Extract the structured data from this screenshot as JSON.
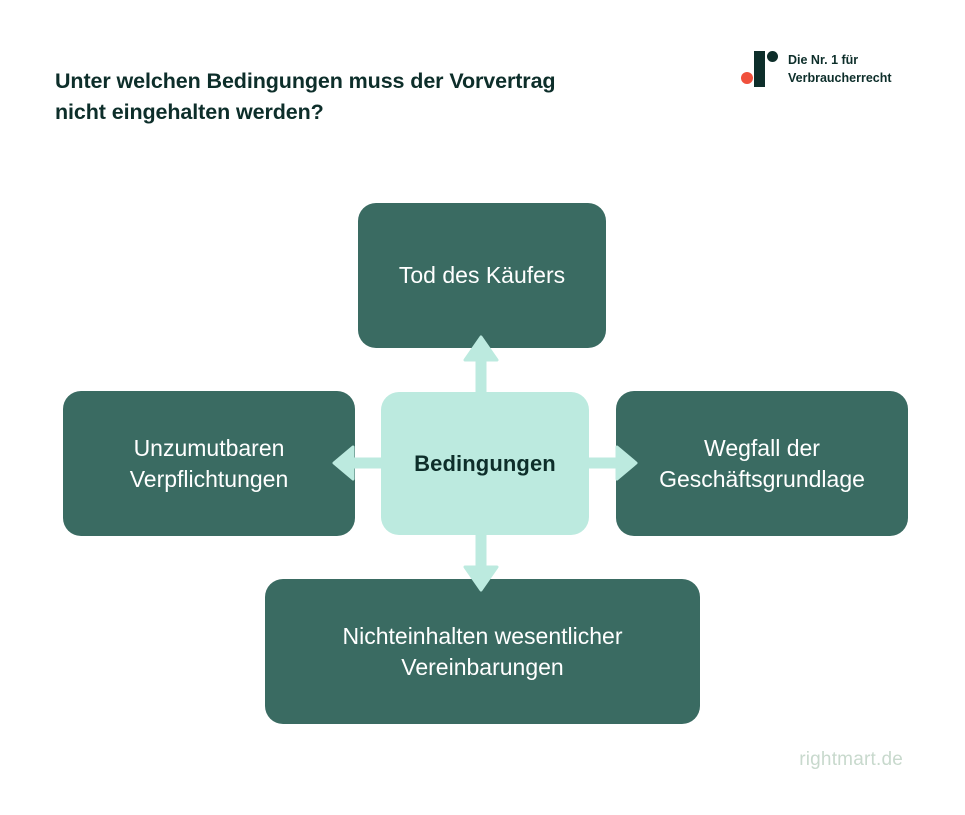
{
  "header": {
    "title_line1": "Unter welchen Bedingungen muss der Vorvertrag",
    "title_line2": "nicht eingehalten werden?"
  },
  "logo": {
    "tagline_line1": "Die Nr. 1 für",
    "tagline_line2": "Verbraucherrecht",
    "mark_bar": "logo-bar-shape",
    "mark_dot_dark": "logo-dark-dot",
    "mark_dot_red": "logo-red-dot"
  },
  "diagram": {
    "center": {
      "label": "Bedingungen"
    },
    "nodes": [
      {
        "position": "top",
        "label": "Tod des Käufers"
      },
      {
        "position": "left",
        "label": "Unzumutbaren\nVerpflichtungen"
      },
      {
        "position": "right",
        "label": "Wegfall der\nGeschäftsgrundlage"
      },
      {
        "position": "bottom",
        "label": "Nichteinhalten wesentlicher\nVereinbarungen"
      }
    ],
    "arrows": [
      {
        "direction": "up",
        "from": "Bedingungen",
        "to": "Tod des Käufers"
      },
      {
        "direction": "left",
        "from": "Bedingungen",
        "to": "Unzumutbaren Verpflichtungen"
      },
      {
        "direction": "right",
        "from": "Bedingungen",
        "to": "Wegfall der Geschäftsgrundlage"
      },
      {
        "direction": "down",
        "from": "Bedingungen",
        "to": "Nichteinhalten wesentlicher Vereinbarungen"
      }
    ]
  },
  "footer": {
    "url": "rightmart.de"
  },
  "colors": {
    "background": "#ffffff",
    "node_dark": "#3a6b62",
    "node_light": "#bceadf",
    "arrow": "#bceadf",
    "title_text": "#0d2e2a",
    "node_dark_text": "#ffffff",
    "node_light_text": "#0d2e2a",
    "logo_dark": "#0d2e2a",
    "logo_red": "#f0503c",
    "footer_text": "#c8d9cd"
  }
}
